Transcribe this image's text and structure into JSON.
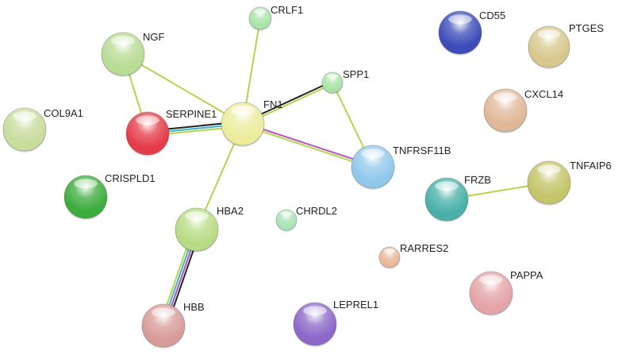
{
  "nodes": [
    {
      "id": "NGF",
      "label": "NGF",
      "color": "#b8dc94"
    },
    {
      "id": "CRLF1",
      "label": "CRLF1",
      "color": "#a8e4a8"
    },
    {
      "id": "CD55",
      "label": "CD55",
      "color": "#3c4cb8"
    },
    {
      "id": "PTGES",
      "label": "PTGES",
      "color": "#d8c88c"
    },
    {
      "id": "SPP1",
      "label": "SPP1",
      "color": "#a8e4a8"
    },
    {
      "id": "FN1",
      "label": "FN1",
      "color": "#ecec9c"
    },
    {
      "id": "SERPINE1",
      "label": "SERPINE1",
      "color": "#e43c48"
    },
    {
      "id": "COL9A1",
      "label": "COL9A1",
      "color": "#c8dc9c"
    },
    {
      "id": "CXCL14",
      "label": "CXCL14",
      "color": "#e0b898"
    },
    {
      "id": "TNFRSF11B",
      "label": "TNFRSF11B",
      "color": "#90c8ec"
    },
    {
      "id": "CRISPLD1",
      "label": "CRISPLD1",
      "color": "#3cac3c"
    },
    {
      "id": "FRZB",
      "label": "FRZB",
      "color": "#48b0a8"
    },
    {
      "id": "TNFAIP6",
      "label": "TNFAIP6",
      "color": "#c4c468"
    },
    {
      "id": "HBA2",
      "label": "HBA2",
      "color": "#b8dc84"
    },
    {
      "id": "CHRDL2",
      "label": "CHRDL2",
      "color": "#a8e4b4"
    },
    {
      "id": "RARRES2",
      "label": "RARRES2",
      "color": "#e8b898"
    },
    {
      "id": "PAPPA",
      "label": "PAPPA",
      "color": "#e4a4a8"
    },
    {
      "id": "LEPREL1",
      "label": "LEPREL1",
      "color": "#8c68c8"
    },
    {
      "id": "HBB",
      "label": "HBB",
      "color": "#d89c98"
    }
  ],
  "edges": [
    {
      "source": "NGF",
      "target": "SERPINE1",
      "colors": [
        "#b4d44c"
      ]
    },
    {
      "source": "NGF",
      "target": "FN1",
      "colors": [
        "#b4d44c"
      ]
    },
    {
      "source": "CRLF1",
      "target": "FN1",
      "colors": [
        "#b4d44c"
      ]
    },
    {
      "source": "SERPINE1",
      "target": "FN1",
      "colors": [
        "#222222",
        "#3cb4c8",
        "#b4d44c"
      ]
    },
    {
      "source": "FN1",
      "target": "SPP1",
      "colors": [
        "#222222",
        "#b4d44c"
      ]
    },
    {
      "source": "FN1",
      "target": "TNFRSF11B",
      "colors": [
        "#b050b8",
        "#b4d44c"
      ]
    },
    {
      "source": "SPP1",
      "target": "TNFRSF11B",
      "colors": [
        "#b4d44c"
      ]
    },
    {
      "source": "FN1",
      "target": "HBA2",
      "colors": [
        "#b4d44c"
      ]
    },
    {
      "source": "HBA2",
      "target": "HBB",
      "colors": [
        "#222222",
        "#b050b8",
        "#3cb4c8",
        "#b4d44c"
      ]
    },
    {
      "source": "FRZB",
      "target": "TNFAIP6",
      "colors": [
        "#b4d44c"
      ]
    }
  ]
}
